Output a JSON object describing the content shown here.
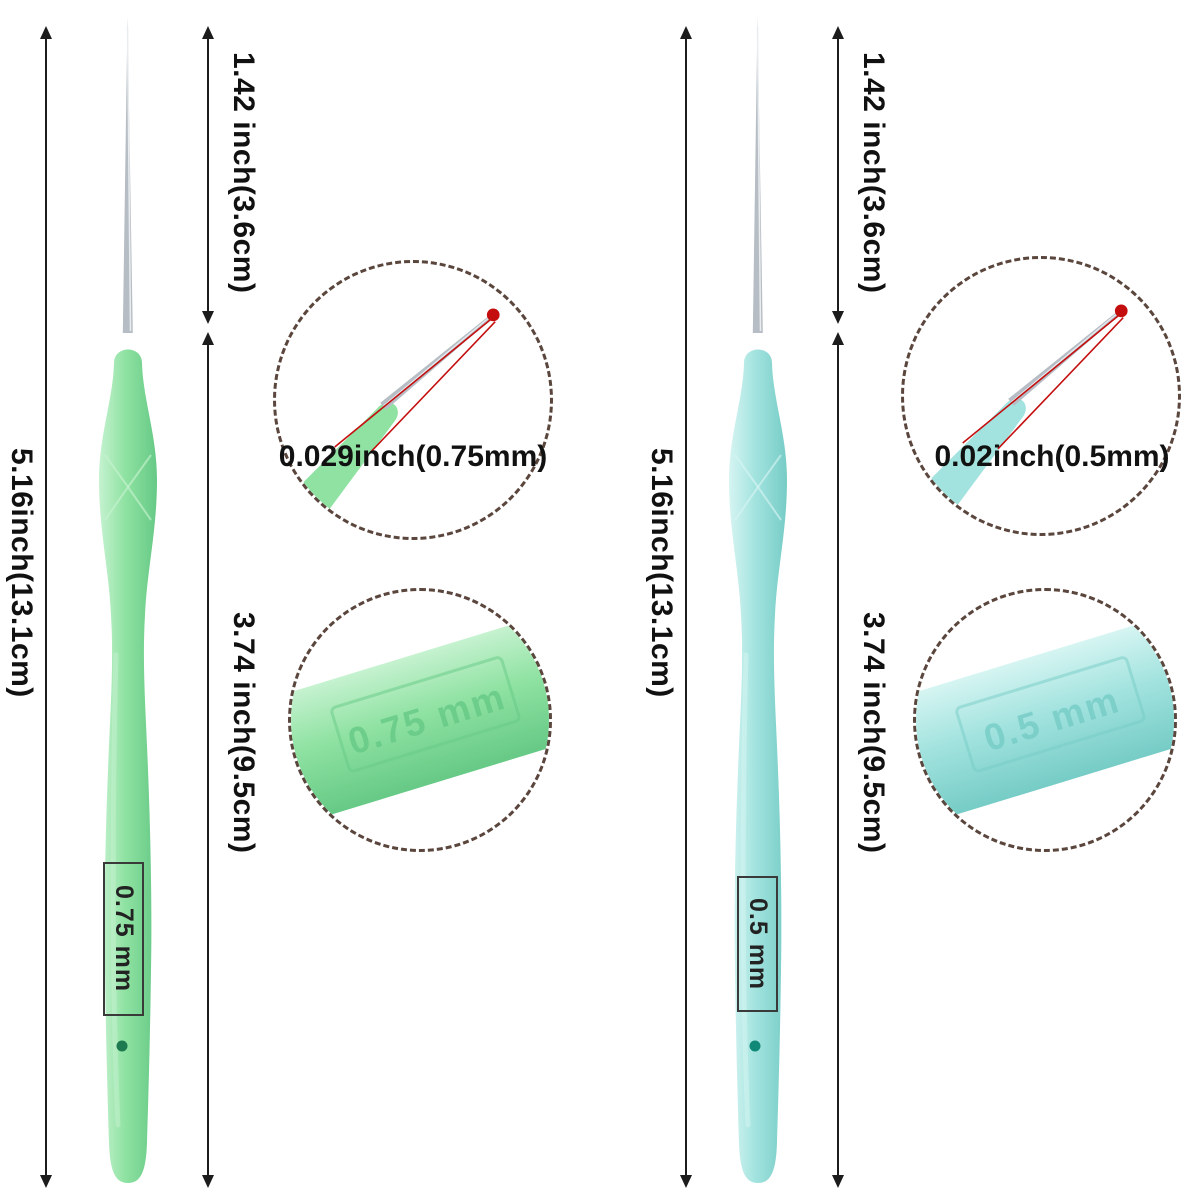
{
  "background_color": "#ffffff",
  "annotation": {
    "arrow_color": "#1c1c1c",
    "text_color": "#111111",
    "circle_border_color": "#5a463d",
    "pointer_color": "#c40e0e",
    "metal_color": "#b6bdc4"
  },
  "hooks": [
    {
      "total_length_label": "5.16inch(13.1cm)",
      "tip_length_label": "1.42 inch(3.6cm)",
      "handle_length_label": "3.74 inch(9.5cm)",
      "tip_diameter_label": "0.029inch(0.75mm)",
      "handle_size_label": "0.75 mm",
      "embossed_size_label": "0.75 mm",
      "body_color": "#8fe2a2",
      "body_color_light": "#c6f2d0",
      "body_color_dark": "#66c985",
      "dot_color": "#1d7a50"
    },
    {
      "total_length_label": "5.16inch(13.1cm)",
      "tip_length_label": "1.42 inch(3.6cm)",
      "handle_length_label": "3.74 inch(9.5cm)",
      "tip_diameter_label": "0.02inch(0.5mm)",
      "handle_size_label": "0.5 mm",
      "embossed_size_label": "0.5 mm",
      "body_color": "#a3e3df",
      "body_color_light": "#d6f5f2",
      "body_color_dark": "#76ccc6",
      "dot_color": "#0f8878"
    }
  ]
}
